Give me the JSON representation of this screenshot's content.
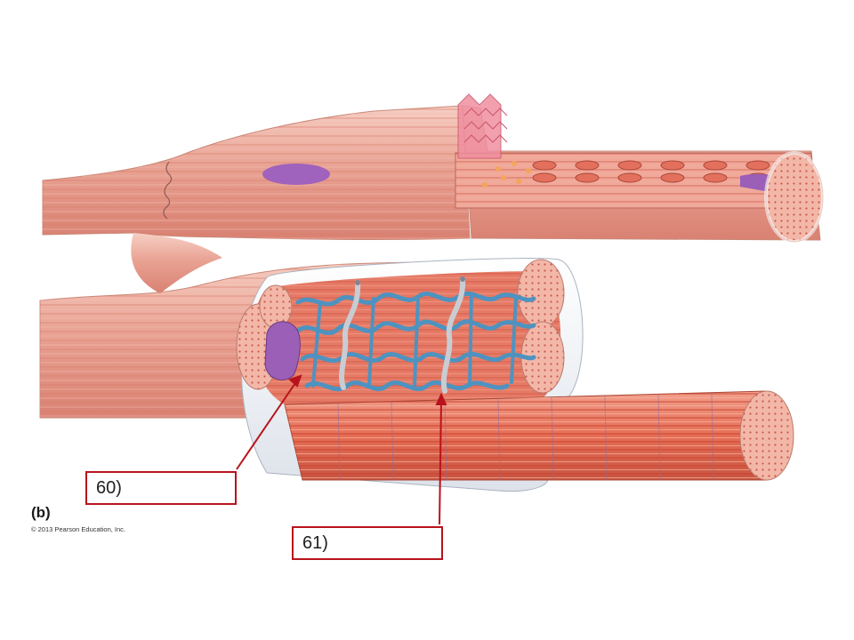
{
  "labels": [
    {
      "id": "60",
      "text": "60)"
    },
    {
      "id": "61",
      "text": "61)"
    }
  ],
  "panel_letter": "(b)",
  "copyright": "© 2013 Pearson Education, Inc.",
  "colors": {
    "muscle": "#e89a8a",
    "muscle_dark": "#cf6a5c",
    "myofibril": "#e8604a",
    "sr_network": "#5a9fc8",
    "t_tubule": "#c9ccd2",
    "nucleus": "#9b5fb8",
    "leader_line": "#b8131c"
  }
}
